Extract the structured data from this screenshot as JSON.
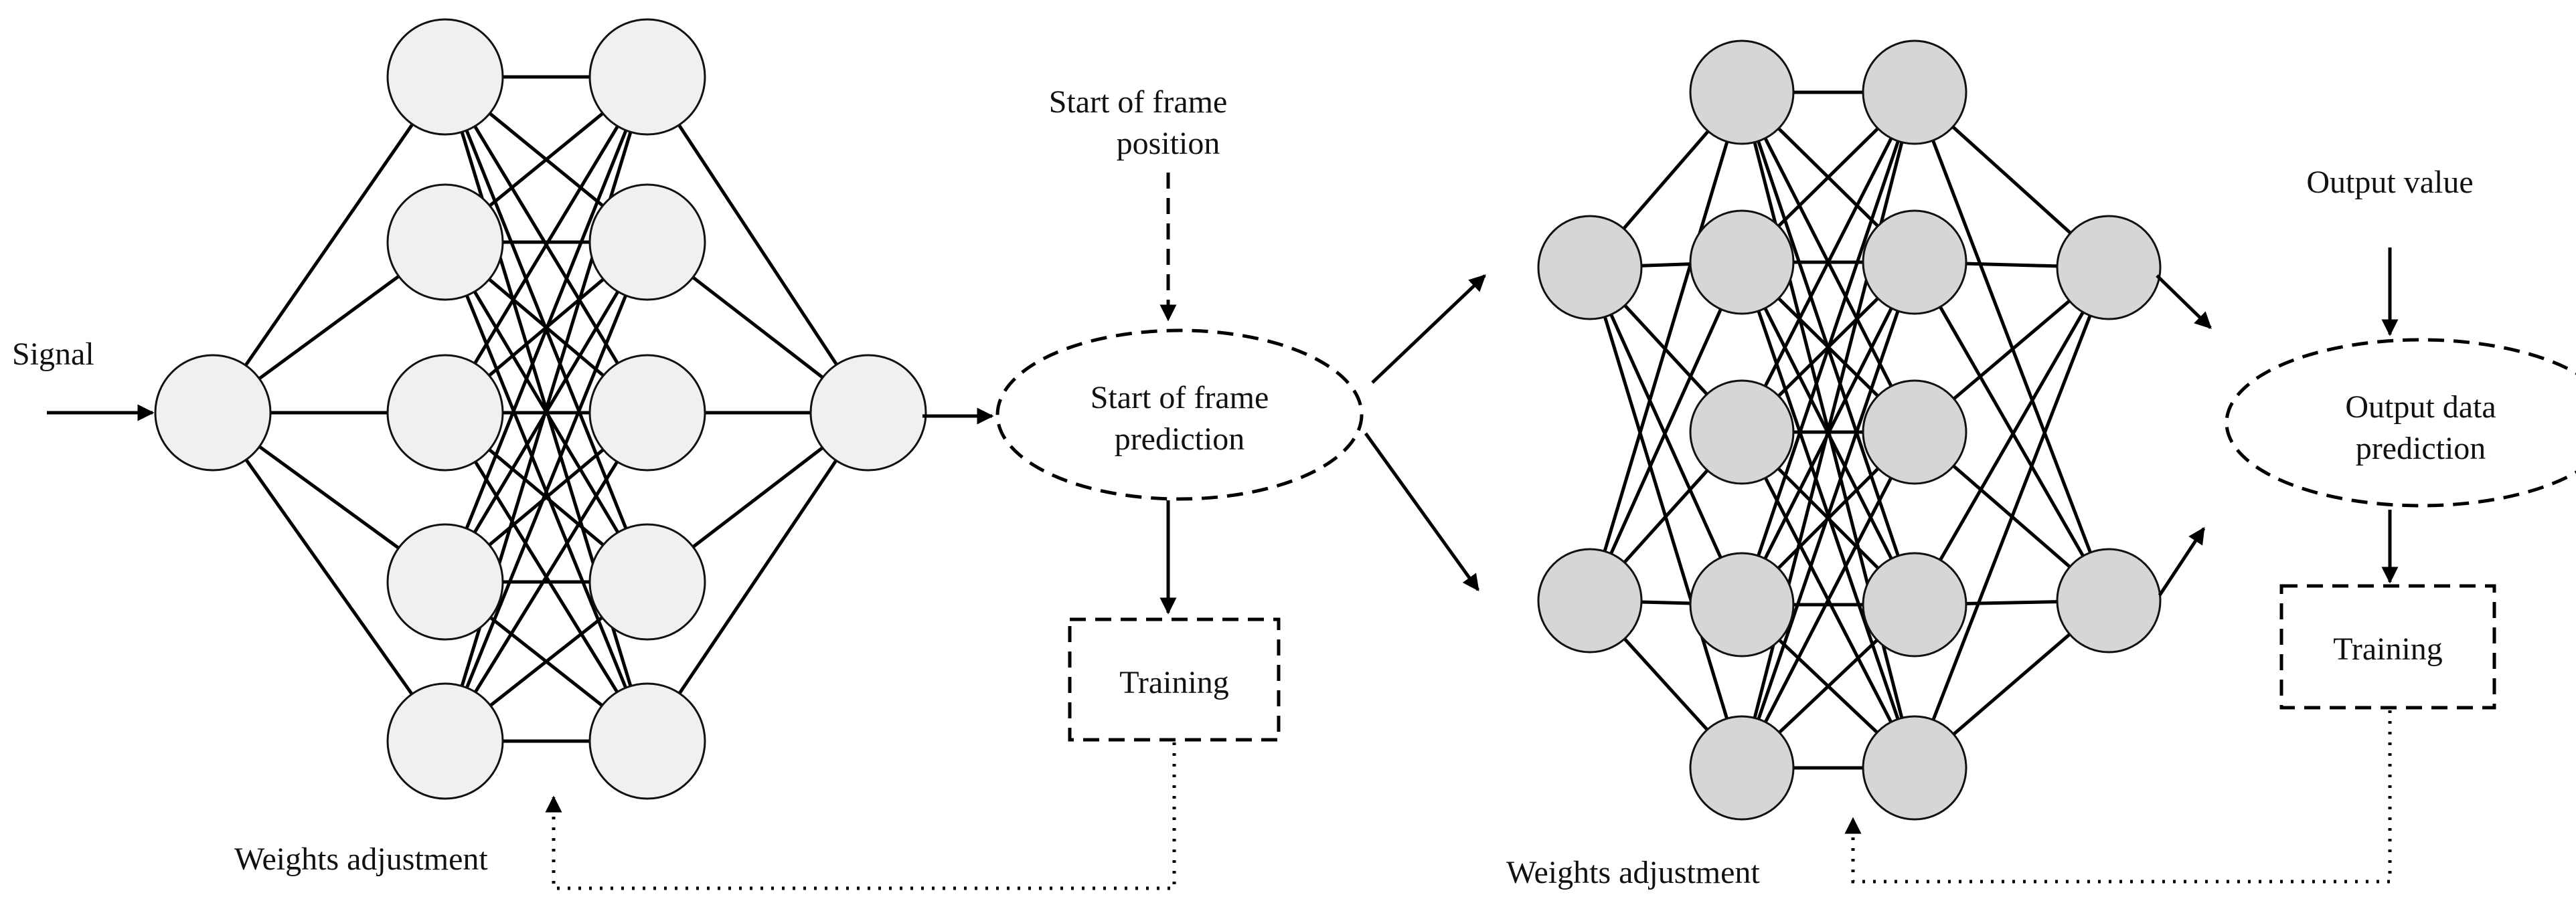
{
  "left": {
    "signal_label": "Signal",
    "start_position_line1": "Start of frame",
    "start_position_line2": "position",
    "prediction_line1": "Start of frame",
    "prediction_line2": "prediction",
    "training_label": "Training",
    "weights_label": "Weights adjustment",
    "layer_sizes": [
      1,
      5,
      5,
      1
    ]
  },
  "right": {
    "output_value_label": "Output value",
    "prediction_line1": "Output data",
    "prediction_line2": "prediction",
    "training_label": "Training",
    "weights_label": "Weights adjustment",
    "layer_sizes": [
      2,
      5,
      5,
      2
    ]
  },
  "colors": {
    "node_fill_left": "#f0f0f0",
    "node_fill_right": "#d6d6d6",
    "line": "#000000"
  }
}
